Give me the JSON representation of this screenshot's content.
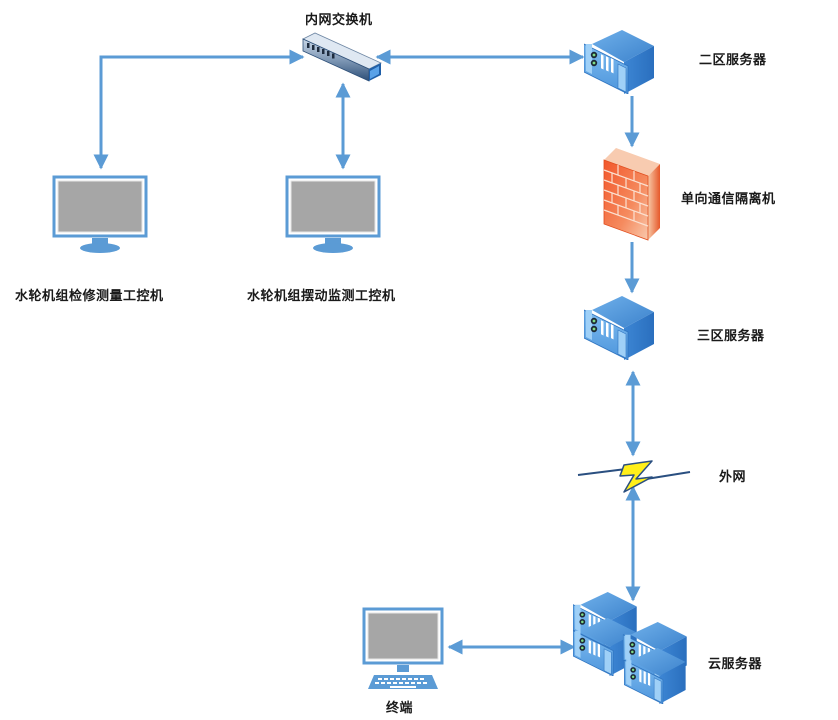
{
  "diagram": {
    "type": "network-topology",
    "colors": {
      "link": "#5b9bd5",
      "server_blue": "#4a8fd6",
      "monitor_frame": "#5b9bd5",
      "monitor_screen": "#a6a6a6",
      "firewall": "#f26b3a",
      "lightning_fill": "#ffef1a",
      "lightning_stroke": "#2a4f80",
      "text": "#1a1a1a"
    },
    "nodes": {
      "switch": {
        "label": "内网交换机",
        "icon": "network-switch-icon"
      },
      "zone2_server": {
        "label": "二区服务器",
        "icon": "rack-server-icon"
      },
      "isolator": {
        "label": "单向通信隔离机",
        "icon": "firewall-icon"
      },
      "zone3_server": {
        "label": "三区服务器",
        "icon": "rack-server-icon"
      },
      "internet": {
        "label": "外网",
        "icon": "lightning-link-icon"
      },
      "cloud_server": {
        "label": "云服务器",
        "icon": "server-cluster-icon"
      },
      "terminal": {
        "label": "终端",
        "icon": "desktop-computer-icon"
      },
      "maintenance_pc": {
        "label": "水轮机组检修测量工控机",
        "icon": "monitor-icon"
      },
      "vibration_pc": {
        "label": "水轮机组摆动监测工控机",
        "icon": "monitor-icon"
      }
    },
    "links": [
      {
        "from": "switch",
        "to": "maintenance_pc",
        "direction": "bidirectional"
      },
      {
        "from": "switch",
        "to": "vibration_pc",
        "direction": "bidirectional"
      },
      {
        "from": "switch",
        "to": "zone2_server",
        "direction": "bidirectional"
      },
      {
        "from": "zone2_server",
        "to": "isolator",
        "direction": "one-way"
      },
      {
        "from": "isolator",
        "to": "zone3_server",
        "direction": "one-way"
      },
      {
        "from": "zone3_server",
        "to": "internet",
        "direction": "bidirectional"
      },
      {
        "from": "internet",
        "to": "cloud_server",
        "direction": "bidirectional"
      },
      {
        "from": "cloud_server",
        "to": "terminal",
        "direction": "bidirectional"
      }
    ]
  }
}
